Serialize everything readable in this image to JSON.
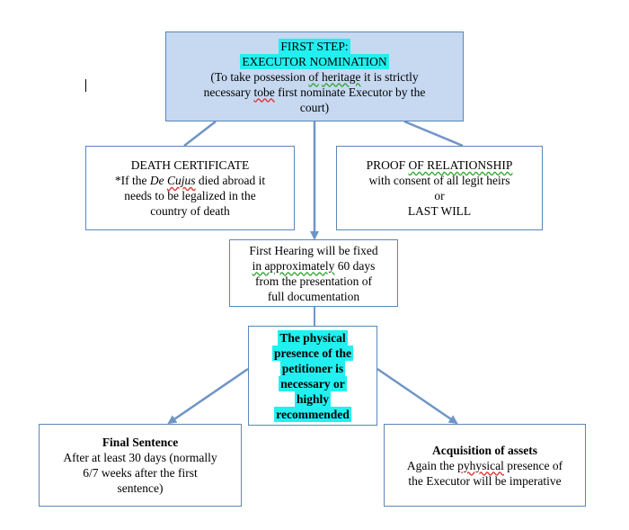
{
  "step_box": {
    "title_1": "FIRST STEP:",
    "title_2": "EXECUTOR NOMINATION",
    "body_1": "(To take possession ",
    "body_of": "of",
    "body_heritage": "heritage",
    "body_2": " it is strictly",
    "body_3": "necessary ",
    "body_tobe": "tobe",
    "body_4": " first nominate Executor by the",
    "body_5": "court)"
  },
  "death_box": {
    "line1": "DEATH CERTIFICATE",
    "line2a": "*If the ",
    "line2b": "De ",
    "line2c": "Cujus",
    "line2d": " died abroad it",
    "line3": "needs to be legalized in the",
    "line4": "country of death"
  },
  "proof_box": {
    "line1a": "PROOF ",
    "line1b": "OF  RELATIONSHIP",
    "line2": "with consent of all legit heirs",
    "line3": "or",
    "line4": "LAST WILL"
  },
  "hearing_box": {
    "line1": "First Hearing will be fixed",
    "line2a": "in  approximately",
    "line2b": " 60 days",
    "line3": "from the presentation of",
    "line4": "full documentation"
  },
  "presence_box": {
    "line1": "The physical",
    "line2": "presence of the",
    "line3": "petitioner is",
    "line4": "necessary or",
    "line5": "highly",
    "line6": "recommended"
  },
  "final_box": {
    "title": "Final Sentence",
    "line1": "After at least 30 days (normally",
    "line2": "6/7 weeks after the first",
    "line3": "sentence)"
  },
  "assets_box": {
    "title": "Acquisition of assets",
    "line1a": "Again the ",
    "line1b": "pyhysical",
    "line1c": " presence of",
    "line2": "the Executor will be imperative"
  },
  "colors": {
    "box_border": "#5b86b8",
    "top_fill": "#c6d9f1",
    "highlight": "#22f0f0",
    "arrow": "#6f95c7"
  }
}
